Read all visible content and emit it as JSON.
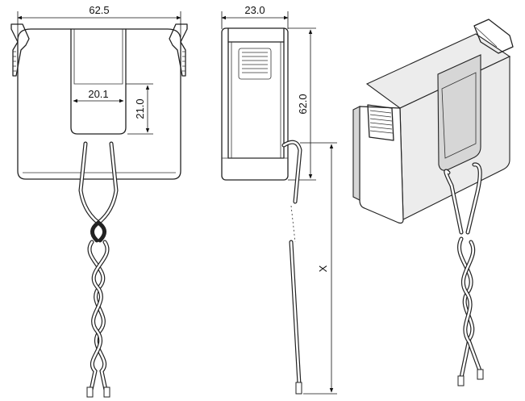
{
  "dimensions": {
    "width_overall": "62.5",
    "window_width": "20.1",
    "window_height": "21.0",
    "depth": "23.0",
    "height_overall": "62.0",
    "lead_length": "X"
  }
}
